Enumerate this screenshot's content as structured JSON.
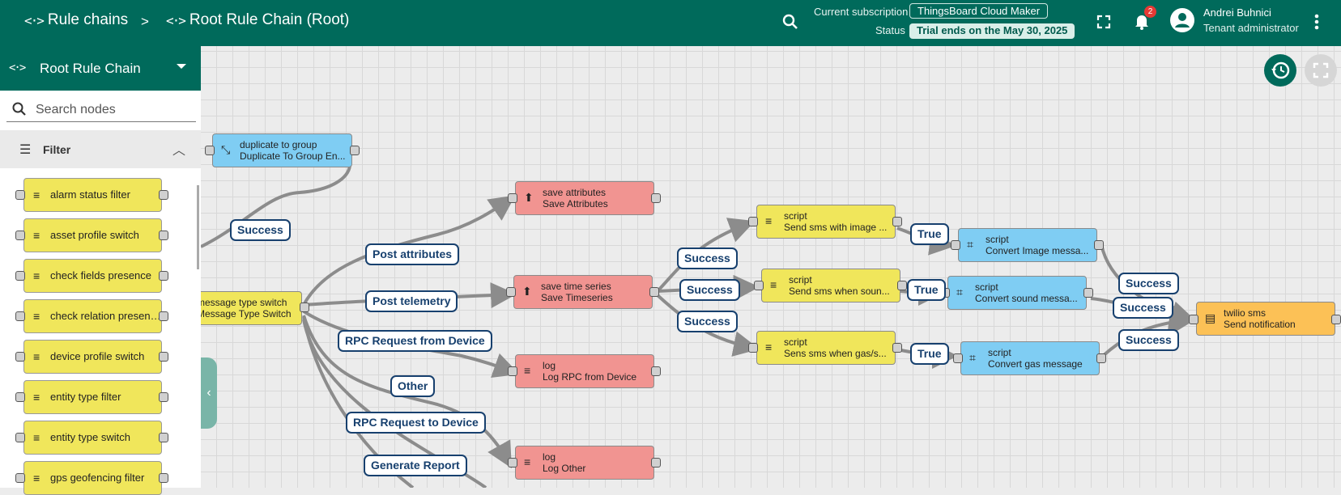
{
  "topbar": {
    "crumb1": "Rule chains",
    "separator": ">",
    "crumb2": "Root Rule Chain (Root)",
    "subscription_label": "Current subscription",
    "subscription_value": "ThingsBoard Cloud Maker",
    "status_label": "Status",
    "status_value": "Trial ends on the May 30, 2025",
    "notifications_count": "2",
    "user_name": "Andrei Buhnici",
    "user_role": "Tenant administrator",
    "icons": [
      "rule-chain-icon",
      "search-icon",
      "fullscreen-icon",
      "bell-icon",
      "account-circle-icon",
      "more-vert-icon"
    ]
  },
  "sidebar": {
    "chain_name": "Root Rule Chain",
    "search_placeholder": "Search nodes",
    "category": "Filter",
    "items": [
      "alarm status filter",
      "asset profile switch",
      "check fields presence",
      "check relation presence",
      "device profile switch",
      "entity type filter",
      "entity type switch",
      "gps geofencing filter"
    ]
  },
  "nodes": {
    "dup": {
      "type": "duplicate to group",
      "name": "Duplicate To Group En..."
    },
    "mts": {
      "type": "message type switch",
      "name": "Message Type Switch"
    },
    "sa": {
      "type": "save attributes",
      "name": "Save Attributes"
    },
    "sts": {
      "type": "save time series",
      "name": "Save Timeseries"
    },
    "lrpc": {
      "type": "log",
      "name": "Log RPC from Device"
    },
    "lother": {
      "type": "log",
      "name": "Log Other"
    },
    "s1": {
      "type": "script",
      "name": "Send sms with image ..."
    },
    "s2": {
      "type": "script",
      "name": "Send sms when soun..."
    },
    "s3": {
      "type": "script",
      "name": "Sens sms when gas/s..."
    },
    "c1": {
      "type": "script",
      "name": "Convert Image messa..."
    },
    "c2": {
      "type": "script",
      "name": "Convert sound messa..."
    },
    "c3": {
      "type": "script",
      "name": "Convert gas message"
    },
    "tw": {
      "type": "twilio sms",
      "name": "Send notification"
    }
  },
  "labels": {
    "success": "Success",
    "post_attributes": "Post attributes",
    "post_telemetry": "Post telemetry",
    "rpc_from": "RPC Request from Device",
    "other": "Other",
    "rpc_to": "RPC Request to Device",
    "generate_report": "Generate Report",
    "true_label": "True"
  },
  "colors": {
    "primary": "#006a5b",
    "filter_node": "#f0e65b",
    "action_node": "#f19491",
    "transform_node": "#7fcdf3",
    "external_node": "#fcc156",
    "label_border": "#17406e",
    "link": "#8c8c8c"
  }
}
